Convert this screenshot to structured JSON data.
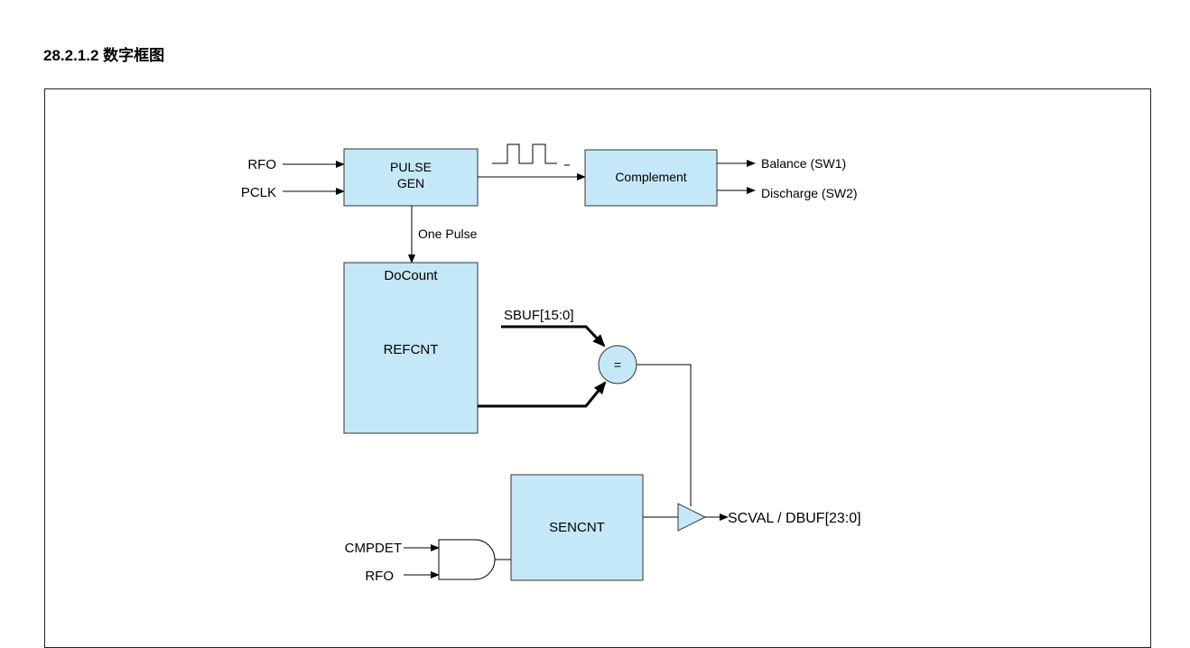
{
  "heading": "28.2.1.2 数字框图",
  "diagram": {
    "inputs": {
      "rfo_top": "RFO",
      "pclk": "PCLK",
      "cmpdet": "CMPDET",
      "rfo_bottom": "RFO"
    },
    "blocks": {
      "pulse_gen_line1": "PULSE",
      "pulse_gen_line2": "GEN",
      "complement": "Complement",
      "docount": "DoCount",
      "refcnt": "REFCNT",
      "sencnt": "SENCNT",
      "comparator": "="
    },
    "signals": {
      "one_pulse": "One Pulse",
      "sbuf": "SBUF[15:0]",
      "balance": "Balance (SW1)",
      "discharge": "Discharge (SW2)",
      "scval": "SCVAL / DBUF[23:0]"
    }
  }
}
